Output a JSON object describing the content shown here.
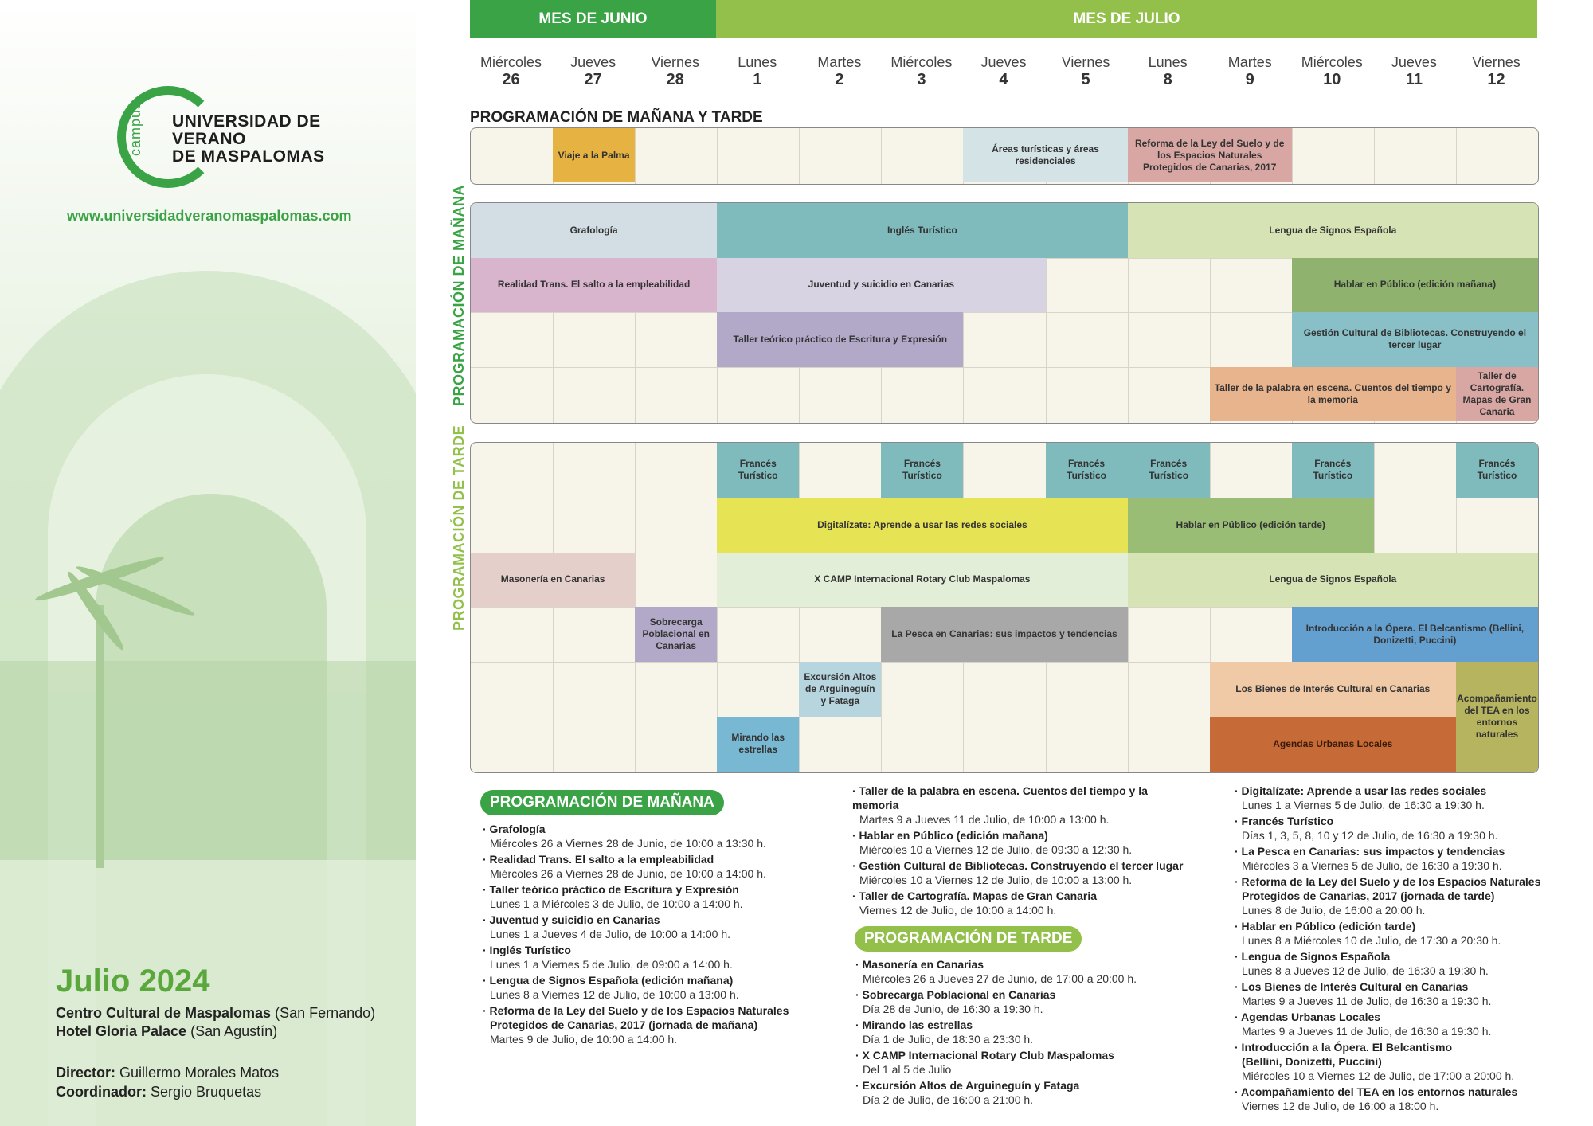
{
  "brand": {
    "campus": "campus",
    "line1": "UNIVERSIDAD DE",
    "line2": "VERANO",
    "line3": "DE MASPALOMAS",
    "website": "www.universidadveranomaspalomas.com",
    "green": "#3aa346"
  },
  "info": {
    "month_year": "Julio 2024",
    "venue1_name": "Centro Cultural de Maspalomas",
    "venue1_place": "(San Fernando)",
    "venue2_name": "Hotel Gloria Palace",
    "venue2_place": "(San Agustín)",
    "director_label": "Director:",
    "director_name": "Guillermo Morales Matos",
    "coordinator_label": "Coordinador:",
    "coordinator_name": "Sergio Bruquetas"
  },
  "months": {
    "june": "MES DE JUNIO",
    "july": "MES DE JULIO"
  },
  "days": [
    {
      "name": "Miércoles",
      "num": "26"
    },
    {
      "name": "Jueves",
      "num": "27"
    },
    {
      "name": "Viernes",
      "num": "28"
    },
    {
      "name": "Lunes",
      "num": "1"
    },
    {
      "name": "Martes",
      "num": "2"
    },
    {
      "name": "Miércoles",
      "num": "3"
    },
    {
      "name": "Jueves",
      "num": "4"
    },
    {
      "name": "Viernes",
      "num": "5"
    },
    {
      "name": "Lunes",
      "num": "8"
    },
    {
      "name": "Martes",
      "num": "9"
    },
    {
      "name": "Miércoles",
      "num": "10"
    },
    {
      "name": "Jueves",
      "num": "11"
    },
    {
      "name": "Viernes",
      "num": "12"
    }
  ],
  "schedule": {
    "both_title": "PROGRAMACIÓN DE MAÑANA Y TARDE",
    "morning_label": "PROGRAMACIÓN DE MAÑANA",
    "afternoon_label": "PROGRAMACIÓN DE TARDE",
    "both": [
      {
        "label": "Viaje a la Palma",
        "start": 1,
        "end": 2,
        "color": "#e6b242"
      },
      {
        "label": "Áreas turísticas y áreas residenciales",
        "start": 6,
        "end": 8,
        "color": "#d3e3e6"
      },
      {
        "label": "Reforma de la Ley del Suelo y de los Espacios Naturales Protegidos de Canarias, 2017",
        "start": 8,
        "end": 10,
        "color": "#d9a7a3"
      }
    ],
    "morning": [
      {
        "label": "Grafología",
        "start": 0,
        "end": 3,
        "row": 0,
        "span": 1,
        "color": "#d3dde4"
      },
      {
        "label": "Inglés Turístico",
        "start": 3,
        "end": 8,
        "row": 0,
        "span": 1,
        "color": "#7fbbbd"
      },
      {
        "label": "Lengua de Signos Española",
        "start": 8,
        "end": 13,
        "row": 0,
        "span": 1,
        "color": "#d5e3b5"
      },
      {
        "label": "Realidad Trans. El salto a la empleabilidad",
        "start": 0,
        "end": 3,
        "row": 1,
        "span": 1,
        "color": "#d8b4cd"
      },
      {
        "label": "Juventud y suicidio en Canarias",
        "start": 3,
        "end": 7,
        "row": 1,
        "span": 1,
        "color": "#d7d3e3"
      },
      {
        "label": "Hablar en Público (edición mañana)",
        "start": 10,
        "end": 13,
        "row": 1,
        "span": 1,
        "color": "#8fb36e"
      },
      {
        "label": "Taller teórico práctico de Escritura y Expresión",
        "start": 3,
        "end": 6,
        "row": 2,
        "span": 1,
        "color": "#b2a9c9"
      },
      {
        "label": "Gestión Cultural de Bibliotecas. Construyendo el tercer lugar",
        "start": 10,
        "end": 13,
        "row": 2,
        "span": 1,
        "color": "#89c0c8"
      },
      {
        "label": "Taller de la palabra en escena. Cuentos del tiempo y la memoria",
        "start": 9,
        "end": 12,
        "row": 3,
        "span": 1,
        "color": "#e8b48d"
      },
      {
        "label": "Taller de Cartografía. Mapas de Gran Canaria",
        "start": 12,
        "end": 13,
        "row": 3,
        "span": 1,
        "color": "#d9a7a3"
      }
    ],
    "afternoon": [
      {
        "label": "Francés Turístico",
        "start": 3,
        "end": 4,
        "row": 0,
        "span": 1,
        "color": "#7fbbbd"
      },
      {
        "label": "Francés Turístico",
        "start": 5,
        "end": 6,
        "row": 0,
        "span": 1,
        "color": "#7fbbbd"
      },
      {
        "label": "Francés Turístico",
        "start": 7,
        "end": 8,
        "row": 0,
        "span": 1,
        "color": "#7fbbbd"
      },
      {
        "label": "Francés Turístico",
        "start": 8,
        "end": 9,
        "row": 0,
        "span": 1,
        "color": "#7fbbbd"
      },
      {
        "label": "Francés Turístico",
        "start": 10,
        "end": 11,
        "row": 0,
        "span": 1,
        "color": "#7fbbbd"
      },
      {
        "label": "Francés Turístico",
        "start": 12,
        "end": 13,
        "row": 0,
        "span": 1,
        "color": "#7fbbbd"
      },
      {
        "label": "Digitalízate: Aprende a usar las redes sociales",
        "start": 3,
        "end": 8,
        "row": 1,
        "span": 1,
        "color": "#e6e355"
      },
      {
        "label": "Hablar en Público (edición tarde)",
        "start": 8,
        "end": 11,
        "row": 1,
        "span": 1,
        "color": "#99bd74"
      },
      {
        "label": "Masonería en Canarias",
        "start": 0,
        "end": 2,
        "row": 2,
        "span": 1,
        "color": "#e5cfcb"
      },
      {
        "label": "X CAMP Internacional Rotary Club Maspalomas",
        "start": 3,
        "end": 8,
        "row": 2,
        "span": 1,
        "color": "#e3eed9"
      },
      {
        "label": "Lengua de Signos Española",
        "start": 8,
        "end": 13,
        "row": 2,
        "span": 1,
        "color": "#d5e3b5"
      },
      {
        "label": "Sobrecarga Poblacional en Canarias",
        "start": 2,
        "end": 3,
        "row": 3,
        "span": 1,
        "color": "#b2a9c9"
      },
      {
        "label": "La Pesca en Canarias: sus impactos y tendencias",
        "start": 5,
        "end": 8,
        "row": 3,
        "span": 1,
        "color": "#a8a8a8"
      },
      {
        "label": "Introducción a la Ópera. El Belcantismo (Bellini, Donizetti, Puccini)",
        "start": 10,
        "end": 13,
        "row": 3,
        "span": 1,
        "color": "#63a0cf"
      },
      {
        "label": "Excursión Altos de Arguineguín y Fataga",
        "start": 4,
        "end": 5,
        "row": 4,
        "span": 1,
        "color": "#b7d5de"
      },
      {
        "label": "Los Bienes de Interés Cultural en Canarias",
        "start": 9,
        "end": 12,
        "row": 4,
        "span": 1,
        "color": "#f0c9a7"
      },
      {
        "label": "Acompañamiento del TEA en los entornos naturales",
        "start": 12,
        "end": 13,
        "row": 4,
        "span": 2,
        "color": "#b6b45f"
      },
      {
        "label": "Mirando las estrellas",
        "start": 3,
        "end": 4,
        "row": 5,
        "span": 1,
        "color": "#79b8d3"
      },
      {
        "label": "Agendas Urbanas Locales",
        "start": 9,
        "end": 12,
        "row": 5,
        "span": 1,
        "color": "#c66b37"
      }
    ]
  },
  "details": {
    "morning_title": "PROGRAMACIÓN DE MAÑANA",
    "afternoon_title": "PROGRAMACIÓN DE TARDE",
    "col1": [
      {
        "title": "· Grafología",
        "dates": "Miércoles 26 a Viernes 28 de Junio, de 10:00 a 13:30 h."
      },
      {
        "title": "· Realidad Trans. El salto a la empleabilidad",
        "dates": "Miércoles 26 a Viernes 28 de Junio, de 10:00 a 14:00 h."
      },
      {
        "title": "· Taller teórico práctico de Escritura y Expresión",
        "dates": "Lunes 1 a Miércoles 3 de Julio, de 10:00 a 14:00 h."
      },
      {
        "title": "· Juventud y suicidio en Canarias",
        "dates": "Lunes 1 a Jueves 4 de Julio, de 10:00 a 14:00 h."
      },
      {
        "title": "· Inglés Turístico",
        "dates": "Lunes 1 a Viernes 5 de Julio, de 09:00 a 14:00 h."
      },
      {
        "title": "· Lengua de Signos Española (edición mañana)",
        "dates": "Lunes 8 a Viernes 12 de Julio, de 10:00 a 13:00 h."
      },
      {
        "title": "· Reforma de la Ley del Suelo y de los Espacios Naturales",
        "title2": "Protegidos de Canarias, 2017 (jornada de mañana)",
        "dates": "Martes 9 de Julio, de 10:00 a 14:00 h."
      }
    ],
    "col2a": [
      {
        "title": "· Taller de la palabra en escena. Cuentos del tiempo y la memoria",
        "dates": "Martes 9 a Jueves 11 de Julio, de 10:00 a 13:00 h."
      },
      {
        "title": "· Hablar en Público (edición mañana)",
        "dates": "Miércoles 10 a Viernes 12 de Julio, de 09:30 a 12:30 h."
      },
      {
        "title": "· Gestión Cultural de Bibliotecas. Construyendo el tercer lugar",
        "dates": "Miércoles 10 a Viernes 12 de Julio, de 10:00 a 13:00 h."
      },
      {
        "title": "· Taller de Cartografía. Mapas de Gran Canaria",
        "dates": "Viernes 12 de Julio, de 10:00 a 14:00 h."
      }
    ],
    "col2b": [
      {
        "title": "· Masonería en Canarias",
        "dates": "Miércoles 26 a Jueves 27 de Junio, de 17:00 a 20:00 h."
      },
      {
        "title": "· Sobrecarga Poblacional en Canarias",
        "dates": "Día 28 de Junio, de 16:30 a 19:30 h."
      },
      {
        "title": "· Mirando las estrellas",
        "dates": "Día 1 de Julio, de 18:30 a 23:30 h."
      },
      {
        "title": "· X CAMP Internacional Rotary Club Maspalomas",
        "dates": "Del 1 al 5 de Julio"
      },
      {
        "title": "· Excursión Altos de Arguineguín y Fataga",
        "dates": "Día 2 de Julio, de 16:00 a 21:00 h."
      }
    ],
    "col3": [
      {
        "title": "· Digitalízate: Aprende a usar las redes sociales",
        "dates": "Lunes 1 a Viernes 5 de Julio, de 16:30 a 19:30 h."
      },
      {
        "title": "· Francés Turístico",
        "dates": "Días 1, 3, 5, 8, 10 y 12 de Julio, de 16:30 a 19:30 h."
      },
      {
        "title": "· La Pesca en Canarias: sus impactos y tendencias",
        "dates": "Miércoles 3 a Viernes 5 de Julio, de 16:30 a 19:30 h."
      },
      {
        "title": "· Reforma de la Ley del Suelo y de los Espacios Naturales",
        "title2": "Protegidos de Canarias, 2017 (jornada de tarde)",
        "dates": "Lunes 8 de Julio, de 16:00 a 20:00 h."
      },
      {
        "title": "· Hablar en Público (edición tarde)",
        "dates": "Lunes 8 a Miércoles 10 de Julio, de 17:30 a 20:30 h."
      },
      {
        "title": "· Lengua de Signos Española",
        "dates": "Lunes 8 a Jueves 12 de Julio, de 16:30 a 19:30 h."
      },
      {
        "title": "· Los Bienes de Interés Cultural en Canarias",
        "dates": "Martes 9 a Jueves 11 de Julio, de 16:30 a 19:30 h."
      },
      {
        "title": "· Agendas Urbanas Locales",
        "dates": "Martes 9 a Jueves 11 de Julio, de 16:30 a 19:30 h."
      },
      {
        "title": "· Introducción a la Ópera. El Belcantismo",
        "title2": "(Bellini, Donizetti, Puccini)",
        "dates": "Miércoles 10 a Viernes 12 de Julio, de 17:00 a 20:00 h."
      },
      {
        "title": "· Acompañamiento del TEA en los entornos naturales",
        "dates": "Viernes 12 de Julio, de 16:00 a 18:00 h."
      }
    ]
  }
}
